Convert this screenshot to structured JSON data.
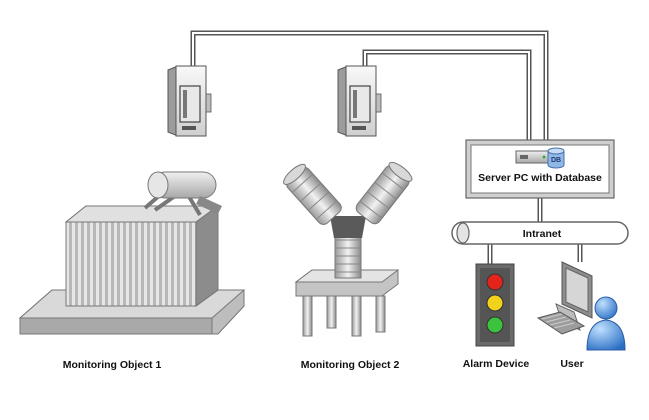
{
  "labels": {
    "monitoring_object_1": "Monitoring Object 1",
    "monitoring_object_2": "Monitoring Object 2",
    "alarm_device": "Alarm Device",
    "user": "User",
    "server": "Server PC with Database",
    "intranet": "Intranet",
    "db_badge": "DB"
  },
  "colors": {
    "wire": "#555555",
    "alarm_red": "#e3241b",
    "alarm_yellow": "#f2d21b",
    "alarm_green": "#3cc23c",
    "user_blue": "#4a90e2"
  },
  "icons": [
    "transformer-icon",
    "bushing-icon",
    "monitoring-unit-icon",
    "server-icon",
    "database-icon",
    "traffic-light-icon",
    "computer-icon",
    "user-icon"
  ]
}
